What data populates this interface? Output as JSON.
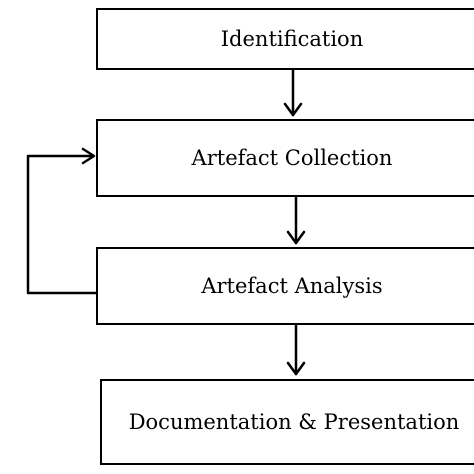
{
  "diagram": {
    "steps": [
      {
        "id": "identification",
        "label": "Identification"
      },
      {
        "id": "collection",
        "label": "Artefact Collection"
      },
      {
        "id": "analysis",
        "label": "Artefact Analysis"
      },
      {
        "id": "documentation",
        "label": "Documentation & Presentation"
      }
    ],
    "edges": [
      {
        "from": "identification",
        "to": "collection"
      },
      {
        "from": "collection",
        "to": "analysis"
      },
      {
        "from": "analysis",
        "to": "documentation"
      },
      {
        "from": "analysis",
        "to": "collection",
        "type": "feedback-loop"
      }
    ]
  },
  "colors": {
    "stroke": "#000000",
    "background": "#ffffff"
  }
}
